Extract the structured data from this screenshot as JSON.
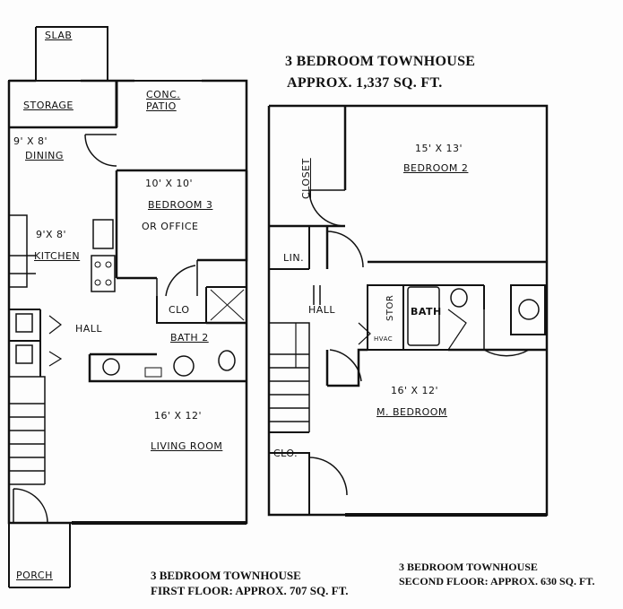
{
  "header": {
    "title_line1": "3 BEDROOM TOWNHOUSE",
    "title_line2": "APPROX. 1,337 SQ. FT."
  },
  "first_floor": {
    "rooms": {
      "slab": "SLAB",
      "storage": "STORAGE",
      "patio_line1": "CONC.",
      "patio_line2": "PATIO",
      "dining_dims": "9' X 8'",
      "dining": "DINING",
      "bedroom3_dims": "10' X 10'",
      "bedroom3": "BEDROOM 3",
      "bedroom3_sub": "OR OFFICE",
      "kitchen_dims": "9'X 8'",
      "kitchen": "KITCHEN",
      "hall": "HALL",
      "clo": "CLO",
      "bath2": "BATH 2",
      "living_dims": "16' X 12'",
      "living": "LIVING ROOM",
      "porch": "PORCH"
    },
    "caption_line1": "3 BEDROOM TOWNHOUSE",
    "caption_line2": "FIRST FLOOR: APPROX. 707 SQ. FT."
  },
  "second_floor": {
    "rooms": {
      "closet": "CLOSET",
      "bedroom2_dims": "15' X 13'",
      "bedroom2": "BEDROOM 2",
      "lin": "LIN.",
      "hall": "HALL",
      "stor": "STOR",
      "bath": "BATH",
      "hvac": "HVAC",
      "mbed_dims": "16' X 12'",
      "mbed": "M. BEDROOM",
      "clo": "CLO."
    },
    "caption_line1": "3 BEDROOM TOWNHOUSE",
    "caption_line2": "SECOND FLOOR: APPROX. 630 SQ. FT."
  }
}
